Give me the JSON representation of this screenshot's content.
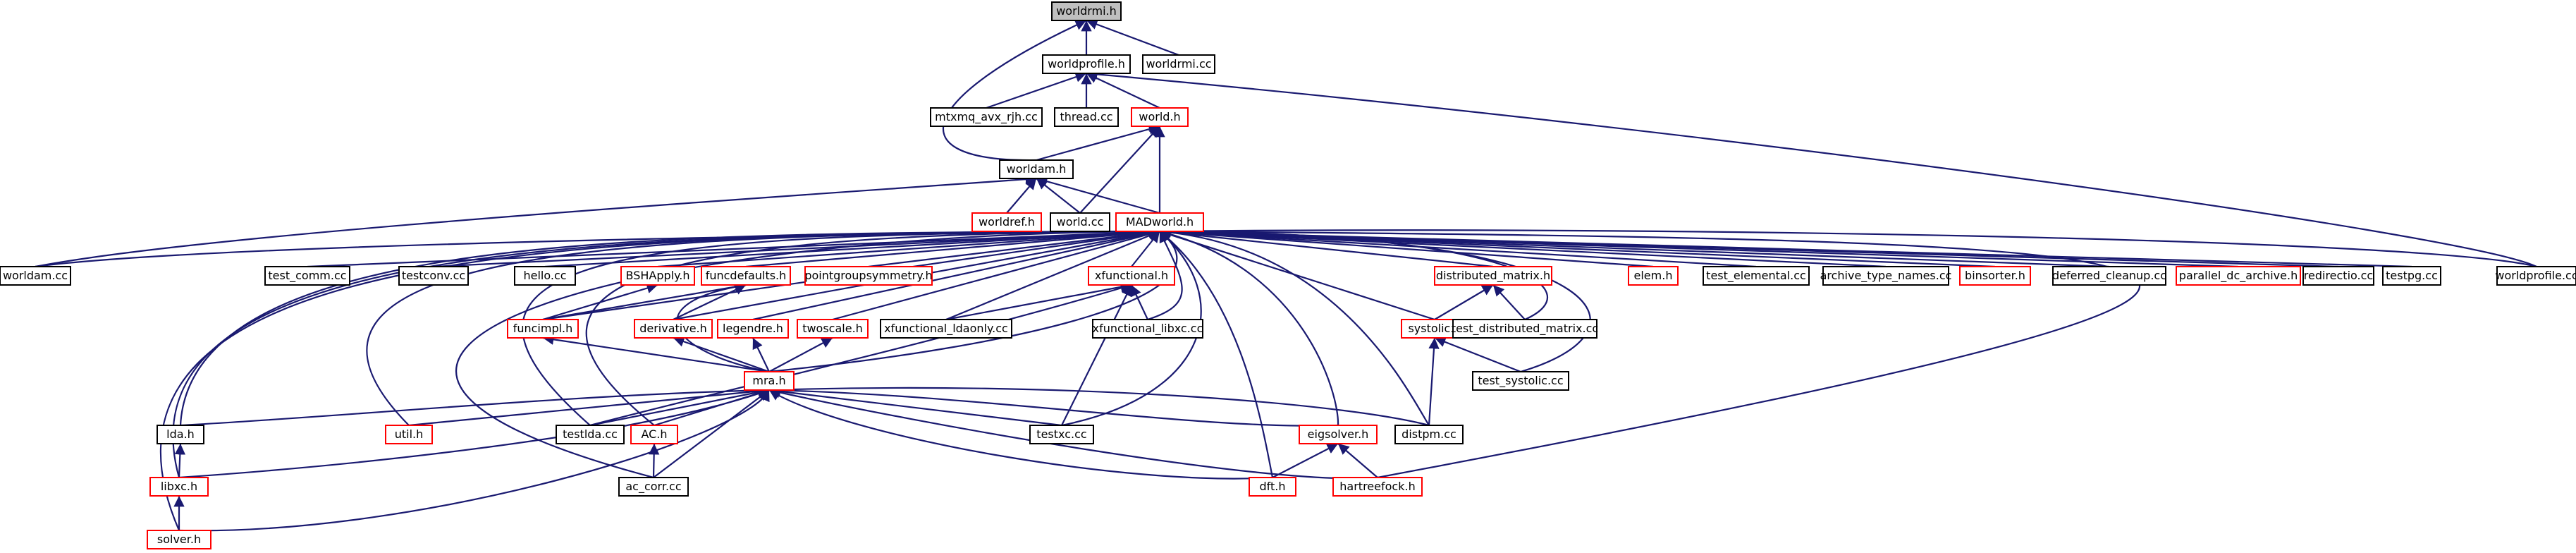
{
  "title": "",
  "colors": {
    "edge": "#191970",
    "node_border_documented": "#000000",
    "node_border_undocumented": "#ff0000",
    "node_fill": "#ffffff",
    "focus_fill": "#bfbfbf",
    "background": "#ffffff"
  },
  "nodes": [
    {
      "id": "worldrmi_h",
      "label": "worldrmi.h",
      "style": "focus"
    },
    {
      "id": "worldprofile_h",
      "label": "worldprofile.h",
      "style": "black"
    },
    {
      "id": "worldrmi_cc",
      "label": "worldrmi.cc",
      "style": "black"
    },
    {
      "id": "mtxmq",
      "label": "mtxmq_avx_rjh.cc",
      "style": "black"
    },
    {
      "id": "thread_cc",
      "label": "thread.cc",
      "style": "black"
    },
    {
      "id": "world_h",
      "label": "world.h",
      "style": "red"
    },
    {
      "id": "worldam_h",
      "label": "worldam.h",
      "style": "black"
    },
    {
      "id": "worldref_h",
      "label": "worldref.h",
      "style": "red"
    },
    {
      "id": "world_cc",
      "label": "world.cc",
      "style": "black"
    },
    {
      "id": "madworld_h",
      "label": "MADworld.h",
      "style": "red"
    },
    {
      "id": "worldam_cc",
      "label": "worldam.cc",
      "style": "black"
    },
    {
      "id": "test_comm",
      "label": "test_comm.cc",
      "style": "black"
    },
    {
      "id": "testconv",
      "label": "testconv.cc",
      "style": "black"
    },
    {
      "id": "hello_cc",
      "label": "hello.cc",
      "style": "black"
    },
    {
      "id": "bshapply",
      "label": "BSHApply.h",
      "style": "red"
    },
    {
      "id": "funcdefaults",
      "label": "funcdefaults.h",
      "style": "red"
    },
    {
      "id": "pointgroup",
      "label": "pointgroupsymmetry.h",
      "style": "red"
    },
    {
      "id": "xfunctional_h",
      "label": "xfunctional.h",
      "style": "red"
    },
    {
      "id": "distmatrix_h",
      "label": "distributed_matrix.h",
      "style": "red"
    },
    {
      "id": "elem_h",
      "label": "elem.h",
      "style": "red"
    },
    {
      "id": "test_elemental",
      "label": "test_elemental.cc",
      "style": "black"
    },
    {
      "id": "archive_type",
      "label": "archive_type_names.cc",
      "style": "black"
    },
    {
      "id": "binsorter",
      "label": "binsorter.h",
      "style": "red"
    },
    {
      "id": "deferred",
      "label": "deferred_cleanup.cc",
      "style": "black"
    },
    {
      "id": "parallel_dc",
      "label": "parallel_dc_archive.h",
      "style": "red"
    },
    {
      "id": "redirectio",
      "label": "redirectio.cc",
      "style": "black"
    },
    {
      "id": "testpg",
      "label": "testpg.cc",
      "style": "black"
    },
    {
      "id": "worldprofile_cc",
      "label": "worldprofile.cc",
      "style": "black"
    },
    {
      "id": "funcimpl",
      "label": "funcimpl.h",
      "style": "red"
    },
    {
      "id": "derivative",
      "label": "derivative.h",
      "style": "red"
    },
    {
      "id": "legendre",
      "label": "legendre.h",
      "style": "red"
    },
    {
      "id": "twoscale",
      "label": "twoscale.h",
      "style": "red"
    },
    {
      "id": "xf_ldaonly",
      "label": "xfunctional_ldaonly.cc",
      "style": "black"
    },
    {
      "id": "xf_libxc",
      "label": "xfunctional_libxc.cc",
      "style": "black"
    },
    {
      "id": "systolic_h",
      "label": "systolic.h",
      "style": "red"
    },
    {
      "id": "test_distmatrix",
      "label": "test_distributed_matrix.cc",
      "style": "black"
    },
    {
      "id": "test_systolic",
      "label": "test_systolic.cc",
      "style": "black"
    },
    {
      "id": "mra_h",
      "label": "mra.h",
      "style": "red"
    },
    {
      "id": "lda_h",
      "label": "lda.h",
      "style": "black"
    },
    {
      "id": "util_h",
      "label": "util.h",
      "style": "red"
    },
    {
      "id": "testlda",
      "label": "testlda.cc",
      "style": "black"
    },
    {
      "id": "ac_h",
      "label": "AC.h",
      "style": "red"
    },
    {
      "id": "testxc",
      "label": "testxc.cc",
      "style": "black"
    },
    {
      "id": "eigsolver",
      "label": "eigsolver.h",
      "style": "red"
    },
    {
      "id": "distpm",
      "label": "distpm.cc",
      "style": "black"
    },
    {
      "id": "libxc_h",
      "label": "libxc.h",
      "style": "red"
    },
    {
      "id": "ac_corr",
      "label": "ac_corr.cc",
      "style": "black"
    },
    {
      "id": "dft_h",
      "label": "dft.h",
      "style": "red"
    },
    {
      "id": "hartreefock",
      "label": "hartreefock.h",
      "style": "red"
    },
    {
      "id": "solver_h",
      "label": "solver.h",
      "style": "red"
    }
  ],
  "edges": [
    [
      "worldrmi_h",
      "worldprofile_h"
    ],
    [
      "worldrmi_h",
      "worldrmi_cc"
    ],
    [
      "worldrmi_h",
      "worldam_h"
    ],
    [
      "worldprofile_h",
      "mtxmq"
    ],
    [
      "worldprofile_h",
      "thread_cc"
    ],
    [
      "worldprofile_h",
      "world_h"
    ],
    [
      "worldprofile_h",
      "worldprofile_cc"
    ],
    [
      "world_h",
      "worldam_h"
    ],
    [
      "world_h",
      "world_cc"
    ],
    [
      "world_h",
      "madworld_h"
    ],
    [
      "worldam_h",
      "worldref_h"
    ],
    [
      "worldam_h",
      "world_cc"
    ],
    [
      "worldam_h",
      "madworld_h"
    ],
    [
      "worldam_h",
      "worldam_cc"
    ],
    [
      "madworld_h",
      "worldam_cc"
    ],
    [
      "madworld_h",
      "test_comm"
    ],
    [
      "madworld_h",
      "testconv"
    ],
    [
      "madworld_h",
      "hello_cc"
    ],
    [
      "madworld_h",
      "bshapply"
    ],
    [
      "madworld_h",
      "funcdefaults"
    ],
    [
      "madworld_h",
      "pointgroup"
    ],
    [
      "madworld_h",
      "xfunctional_h"
    ],
    [
      "madworld_h",
      "distmatrix_h"
    ],
    [
      "madworld_h",
      "elem_h"
    ],
    [
      "madworld_h",
      "test_elemental"
    ],
    [
      "madworld_h",
      "archive_type"
    ],
    [
      "madworld_h",
      "binsorter"
    ],
    [
      "madworld_h",
      "deferred"
    ],
    [
      "madworld_h",
      "parallel_dc"
    ],
    [
      "madworld_h",
      "redirectio"
    ],
    [
      "madworld_h",
      "testpg"
    ],
    [
      "madworld_h",
      "worldprofile_cc"
    ],
    [
      "madworld_h",
      "funcimpl"
    ],
    [
      "madworld_h",
      "derivative"
    ],
    [
      "madworld_h",
      "legendre"
    ],
    [
      "madworld_h",
      "twoscale"
    ],
    [
      "madworld_h",
      "xf_ldaonly"
    ],
    [
      "madworld_h",
      "xf_libxc"
    ],
    [
      "madworld_h",
      "systolic_h"
    ],
    [
      "madworld_h",
      "test_distmatrix"
    ],
    [
      "madworld_h",
      "test_systolic"
    ],
    [
      "madworld_h",
      "mra_h"
    ],
    [
      "madworld_h",
      "lda_h"
    ],
    [
      "madworld_h",
      "util_h"
    ],
    [
      "madworld_h",
      "testlda"
    ],
    [
      "madworld_h",
      "ac_h"
    ],
    [
      "madworld_h",
      "testxc"
    ],
    [
      "madworld_h",
      "eigsolver"
    ],
    [
      "madworld_h",
      "distpm"
    ],
    [
      "madworld_h",
      "libxc_h"
    ],
    [
      "madworld_h",
      "ac_corr"
    ],
    [
      "madworld_h",
      "dft_h"
    ],
    [
      "madworld_h",
      "hartreefock"
    ],
    [
      "madworld_h",
      "solver_h"
    ],
    [
      "bshapply",
      "funcimpl"
    ],
    [
      "funcdefaults",
      "funcimpl"
    ],
    [
      "funcdefaults",
      "derivative"
    ],
    [
      "funcdefaults",
      "mra_h"
    ],
    [
      "xfunctional_h",
      "xf_ldaonly"
    ],
    [
      "xfunctional_h",
      "xf_libxc"
    ],
    [
      "xfunctional_h",
      "testxc"
    ],
    [
      "xfunctional_h",
      "testlda"
    ],
    [
      "distmatrix_h",
      "systolic_h"
    ],
    [
      "distmatrix_h",
      "test_distmatrix"
    ],
    [
      "funcimpl",
      "mra_h"
    ],
    [
      "derivative",
      "mra_h"
    ],
    [
      "legendre",
      "mra_h"
    ],
    [
      "twoscale",
      "mra_h"
    ],
    [
      "systolic_h",
      "test_systolic"
    ],
    [
      "systolic_h",
      "distpm"
    ],
    [
      "mra_h",
      "lda_h"
    ],
    [
      "mra_h",
      "util_h"
    ],
    [
      "mra_h",
      "testlda"
    ],
    [
      "mra_h",
      "ac_h"
    ],
    [
      "mra_h",
      "testxc"
    ],
    [
      "mra_h",
      "eigsolver"
    ],
    [
      "mra_h",
      "distpm"
    ],
    [
      "mra_h",
      "libxc_h"
    ],
    [
      "mra_h",
      "ac_corr"
    ],
    [
      "mra_h",
      "dft_h"
    ],
    [
      "mra_h",
      "hartreefock"
    ],
    [
      "mra_h",
      "solver_h"
    ],
    [
      "eigsolver",
      "dft_h"
    ],
    [
      "eigsolver",
      "hartreefock"
    ],
    [
      "lda_h",
      "libxc_h"
    ],
    [
      "libxc_h",
      "solver_h"
    ],
    [
      "ac_h",
      "ac_corr"
    ]
  ]
}
